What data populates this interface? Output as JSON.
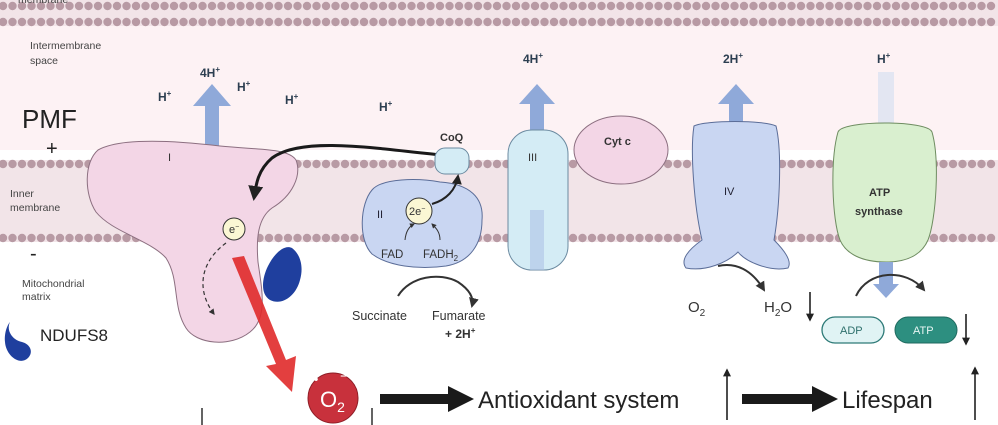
{
  "labels": {
    "outer_membrane": "membrane",
    "intermembrane_space": [
      "Intermembrane",
      "space"
    ],
    "inner_membrane": [
      "Inner",
      "membrane"
    ],
    "matrix": [
      "Mitochondrial",
      "matrix"
    ],
    "pmf": "PMF",
    "plus": "+",
    "minus": "-",
    "ndufs8": "NDUFS8"
  },
  "protons": {
    "h": "H",
    "four_h": "4H",
    "two_h": "2H",
    "plus": "+"
  },
  "complexes": {
    "c1": "I",
    "c2": "II",
    "c3": "III",
    "c4": "IV",
    "coq": "CoQ",
    "cytc": "Cyt c",
    "atp_synthase": [
      "ATP",
      "synthase"
    ]
  },
  "species": {
    "electron": "e",
    "electron_sup": "−",
    "two_e": "2e",
    "fad": "FAD",
    "fadh2": "FADH",
    "fadh2_sub": "2",
    "succinate": "Succinate",
    "fumarate": "Fumarate",
    "fumarate_2h": "+ 2H",
    "o2": "O",
    "o2_sub": "2",
    "h2o": "H",
    "h2o_sub": "2",
    "h2o_o": "O",
    "superoxide": "O",
    "superoxide_sub": "2",
    "superoxide_charge": "−",
    "superoxide_dot": "•",
    "adp": "ADP",
    "atp": "ATP"
  },
  "pathway": {
    "antioxidant": "Antioxidant system",
    "lifespan": "Lifespan"
  },
  "colors": {
    "membrane_head": "#b89aa4",
    "membrane_band": "#f2e4e8",
    "intermembrane_bg": "#fdf2f4",
    "complex_pink": "#f3d6e6",
    "complex_blue": "#c9d6f2",
    "complex_lightblue": "#d4ecf5",
    "complex_green": "#d9efcf",
    "proton_arrow": "#8fa9d9",
    "ros_red": "#c8313c",
    "ndufs8_blue": "#1f3f9e",
    "adp_fill": "#e0f3f4",
    "atp_fill": "#2d8f80"
  }
}
